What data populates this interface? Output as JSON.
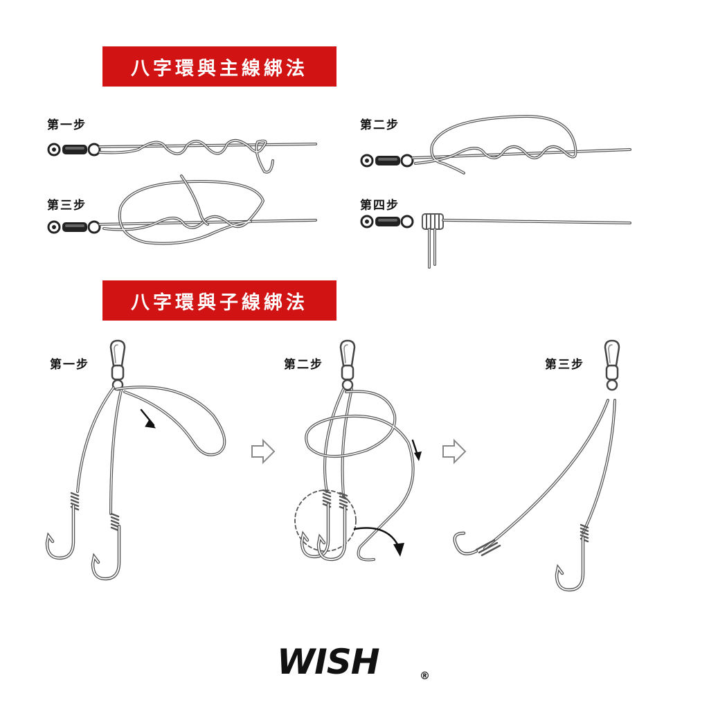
{
  "sections": [
    {
      "title": "八字環與主線綁法",
      "steps": [
        "第一步",
        "第二步",
        "第三步",
        "第四步"
      ]
    },
    {
      "title": "八字環與子線綁法",
      "steps": [
        "第一步",
        "第二步",
        "第三步"
      ]
    }
  ],
  "brand": {
    "name": "WISH",
    "registered": "®"
  },
  "colors": {
    "banner": "#d21313",
    "line": "#555555",
    "text": "#111111"
  },
  "icons": [
    "swivel-icon",
    "hook-icon",
    "arrow-right-icon",
    "rotate-arrow-icon"
  ]
}
